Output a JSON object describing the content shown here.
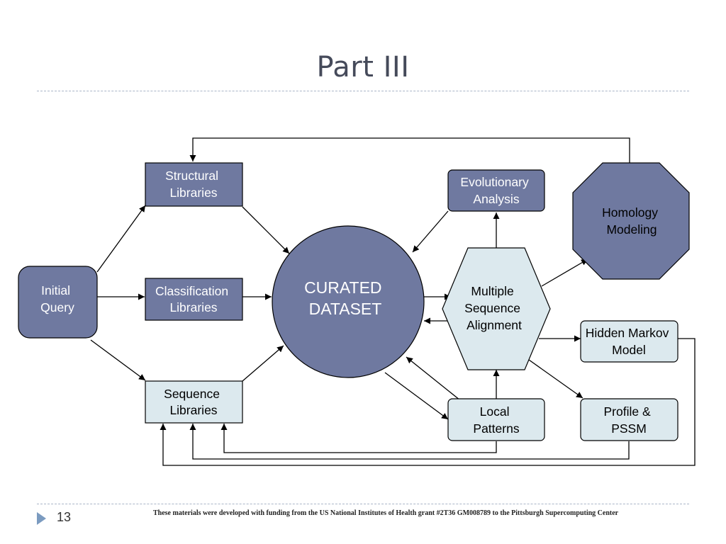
{
  "slide": {
    "title": "Part III",
    "page_number": "13",
    "footer": "These materials were developed with funding from the US National Institutes of Health grant #2T36 GM008789 to the Pittsburgh Supercomputing Center"
  },
  "diagram": {
    "nodes": {
      "initial_query": [
        "Initial",
        "Query"
      ],
      "structural_libraries": [
        "Structural",
        "Libraries"
      ],
      "classification_libraries": [
        "Classification",
        "Libraries"
      ],
      "sequence_libraries": [
        "Sequence",
        "Libraries"
      ],
      "curated_dataset": [
        "CURATED",
        "DATASET"
      ],
      "evolutionary_analysis": [
        "Evolutionary",
        "Analysis"
      ],
      "homology_modeling": [
        "Homology",
        "Modeling"
      ],
      "multiple_sequence_alignment": [
        "Multiple",
        "Sequence",
        "Alignment"
      ],
      "hidden_markov_model": [
        "Hidden Markov",
        "Model"
      ],
      "local_patterns": [
        "Local",
        "Patterns"
      ],
      "profile_pssm": [
        "Profile &",
        "PSSM"
      ]
    },
    "colors": {
      "dark_fill": "#6f79a0",
      "light_fill": "#dce9ee",
      "title": "#454a5a"
    }
  }
}
